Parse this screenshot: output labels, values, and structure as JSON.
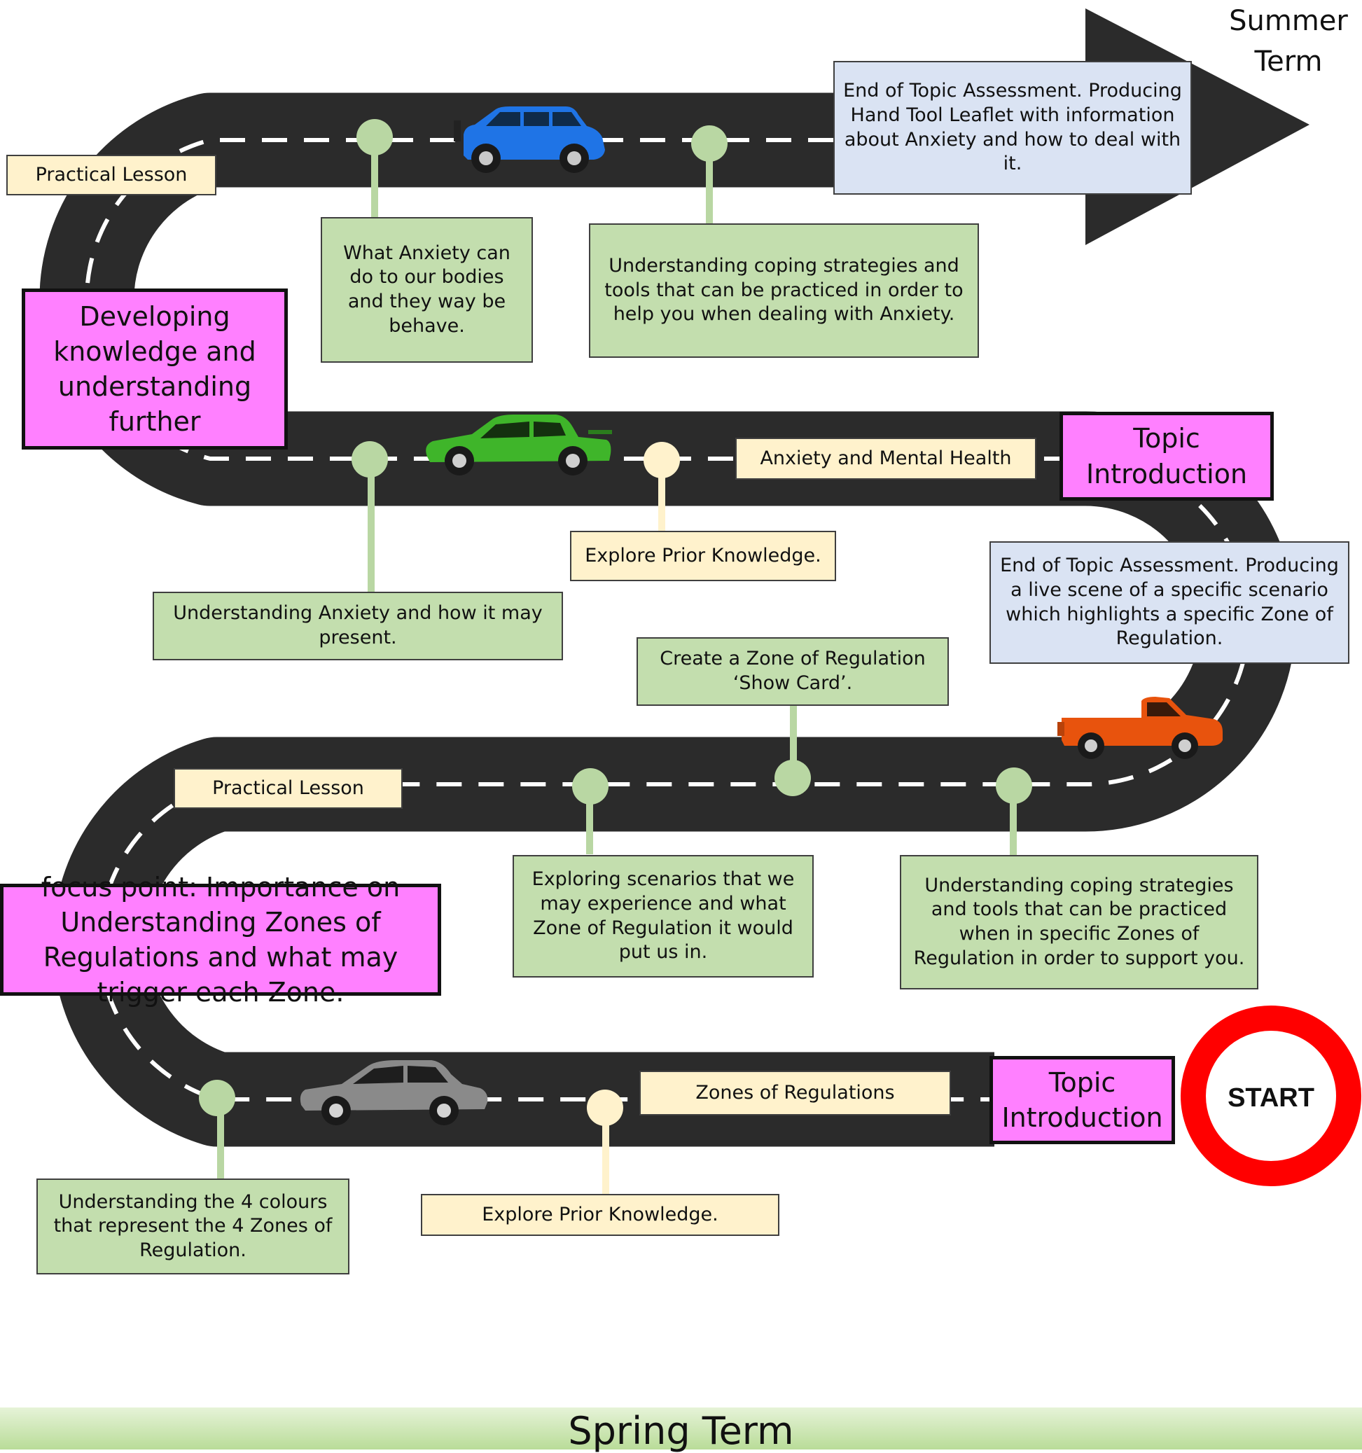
{
  "labels": {
    "summer_term": "Summer\nTerm",
    "spring_term": "Spring Term",
    "start": "START"
  },
  "headings": {
    "developing": "Developing knowledge and understanding further",
    "topic_intro_upper": "Topic Introduction",
    "focus_point": "focus point: Importance on Understanding Zones of Regulations and what may trigger each Zone.",
    "topic_intro_lower": "Topic Introduction"
  },
  "milestones": {
    "practical_lesson_top": "Practical Lesson",
    "anxiety_body": "What Anxiety can do to our bodies and they way be behave.",
    "coping_anxiety": "Understanding coping strategies and tools that can be practiced in order to help you when dealing with Anxiety.",
    "assessment_leaflet": "End of Topic Assessment. Producing Hand Tool Leaflet with information about Anxiety and how to deal with it.",
    "anxiety_topic": "Anxiety and Mental Health",
    "prior_knowledge_upper": "Explore Prior Knowledge.",
    "understanding_anxiety": "Understanding Anxiety and how it may present.",
    "assessment_live_scene": "End of Topic Assessment. Producing a live scene of a specific scenario which highlights a specific Zone of Regulation.",
    "show_card": "Create a Zone of Regulation ‘Show Card’.",
    "practical_lesson_mid": "Practical Lesson",
    "exploring_scenarios": "Exploring scenarios that we may experience and what Zone of Regulation it would put us in.",
    "coping_zones": "Understanding coping strategies and tools that can be practiced when in specific Zones of Regulation in order to support you.",
    "zones_topic": "Zones of Regulations",
    "prior_knowledge_lower": "Explore Prior Knowledge.",
    "four_colours": "Understanding the 4 colours that represent the 4  Zones of Regulation."
  },
  "colors": {
    "road": "#2b2b2b",
    "dash": "#ffffff",
    "green_box": "#c3deae",
    "cream_box": "#fff2cc",
    "blue_box": "#dae3f3",
    "pink_box": "#ff80ff",
    "start_ring": "#ff0000",
    "marker_green": "#b9d7a3",
    "marker_cream": "#fff2cc"
  },
  "icons": [
    "blue-suv-icon",
    "green-sports-car-icon",
    "orange-pickup-icon",
    "grey-sedan-icon",
    "arrow-head-icon",
    "start-ring-icon"
  ]
}
